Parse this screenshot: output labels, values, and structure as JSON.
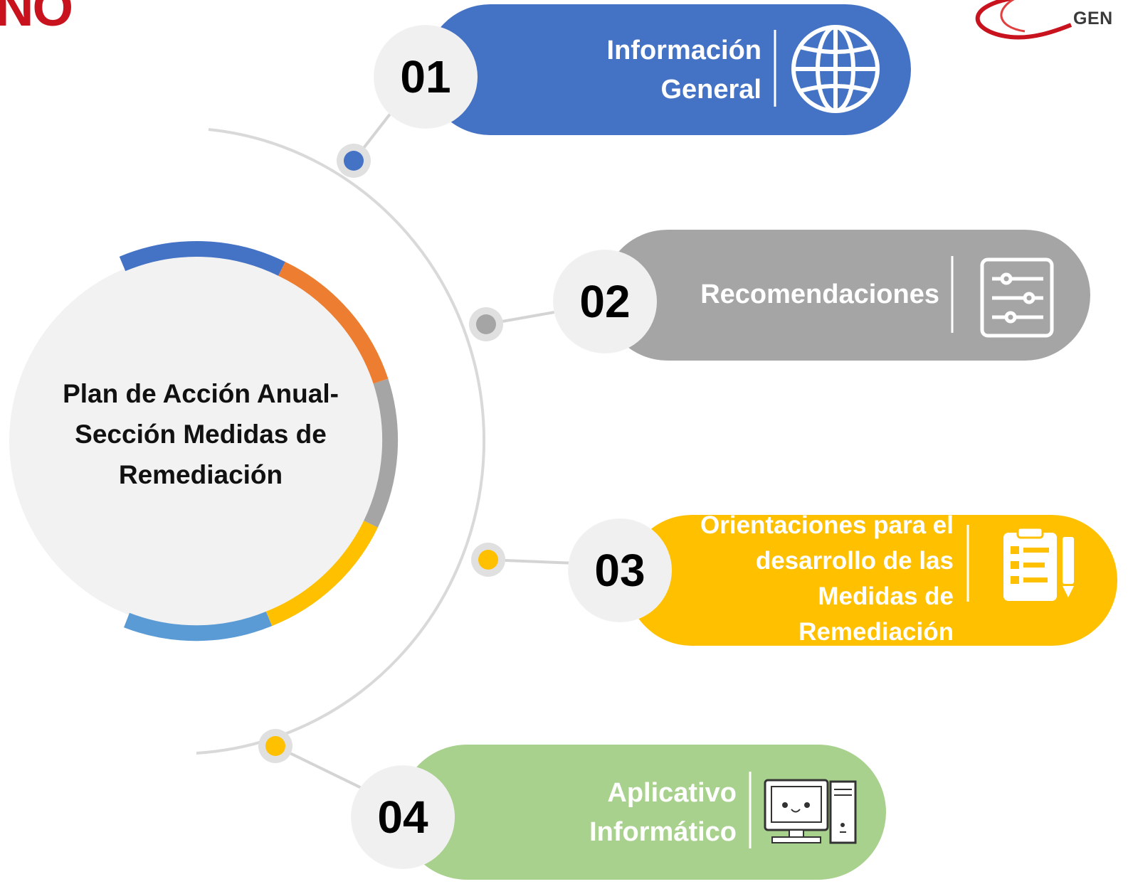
{
  "logos": {
    "left_text": "NO",
    "right_text": "GEN"
  },
  "center": {
    "title": "Plan de Acción Anual- Sección Medidas de Remediación"
  },
  "colors": {
    "blue": "#4472c4",
    "gray": "#a5a5a5",
    "yellow": "#ffc000",
    "green": "#a9d18e",
    "orange": "#ed7d31",
    "light_blue": "#5b9bd5",
    "arc": "#d9d9d9",
    "number_circle": "#f0f0f0"
  },
  "items": [
    {
      "number": "01",
      "label": "Información General",
      "icon": "globe-icon",
      "color": "blue"
    },
    {
      "number": "02",
      "label": "Recomendaciones",
      "icon": "sliders-icon",
      "color": "gray"
    },
    {
      "number": "03",
      "label": "Orientaciones para el desarrollo de las Medidas de Remediación",
      "icon": "clipboard-checklist-icon",
      "color": "yellow"
    },
    {
      "number": "04",
      "label": "Aplicativo Informático",
      "icon": "desktop-computer-icon",
      "color": "green"
    }
  ]
}
